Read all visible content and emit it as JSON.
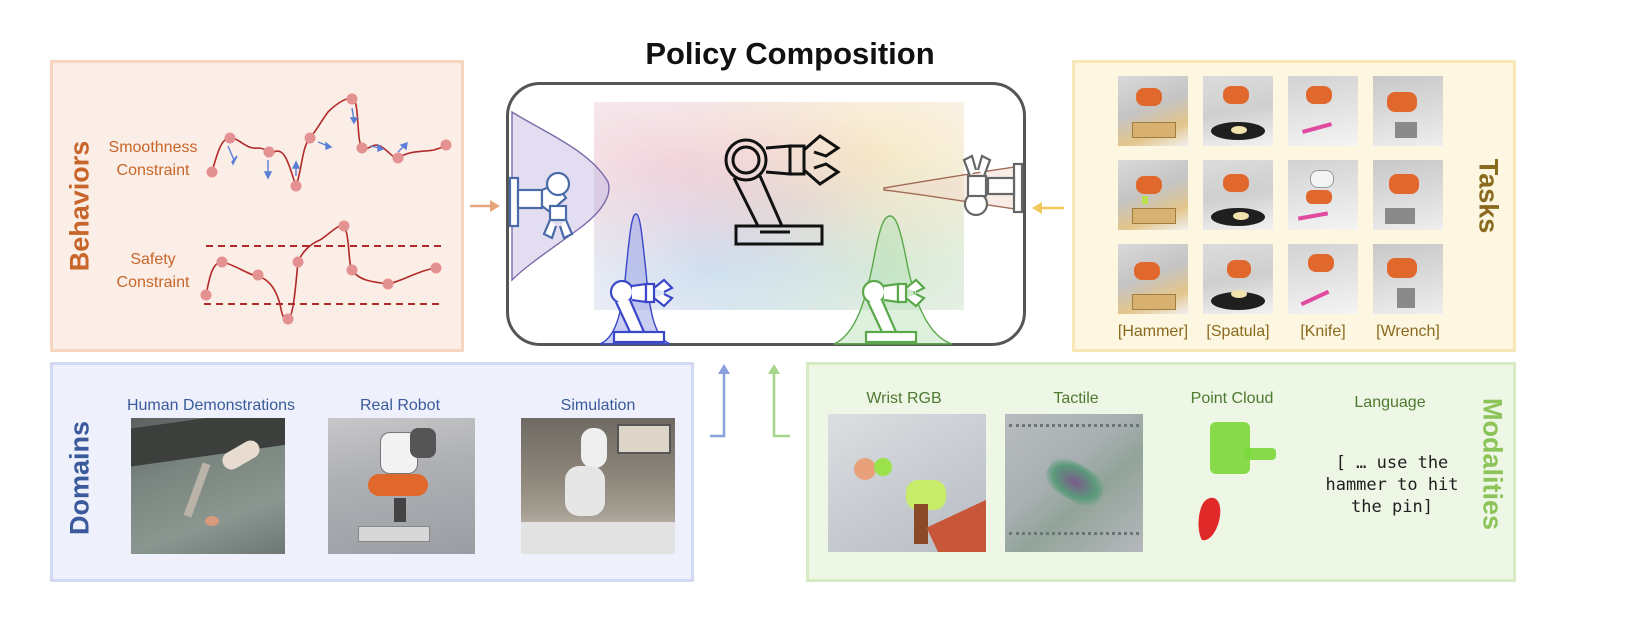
{
  "title": "Policy Composition",
  "behaviors": {
    "label": "Behaviors",
    "smoothness": "Smoothness\nConstraint",
    "safety": "Safety\nConstraint",
    "color": "#c8652a"
  },
  "tasks": {
    "label": "Tasks",
    "tools": [
      "[Hammer]",
      "[Spatula]",
      "[Knife]",
      "[Wrench]"
    ],
    "color": "#8a6a1e"
  },
  "domains": {
    "label": "Domains",
    "items": [
      "Human Demonstrations",
      "Real Robot",
      "Simulation"
    ],
    "color": "#3a5a9c"
  },
  "modalities": {
    "label": "Modalities",
    "items": [
      "Wrist RGB",
      "Tactile",
      "Point Cloud",
      "Language"
    ],
    "language_text": "[ … use the\nhammer to hit\nthe pin]",
    "color": "#8cc45a"
  }
}
